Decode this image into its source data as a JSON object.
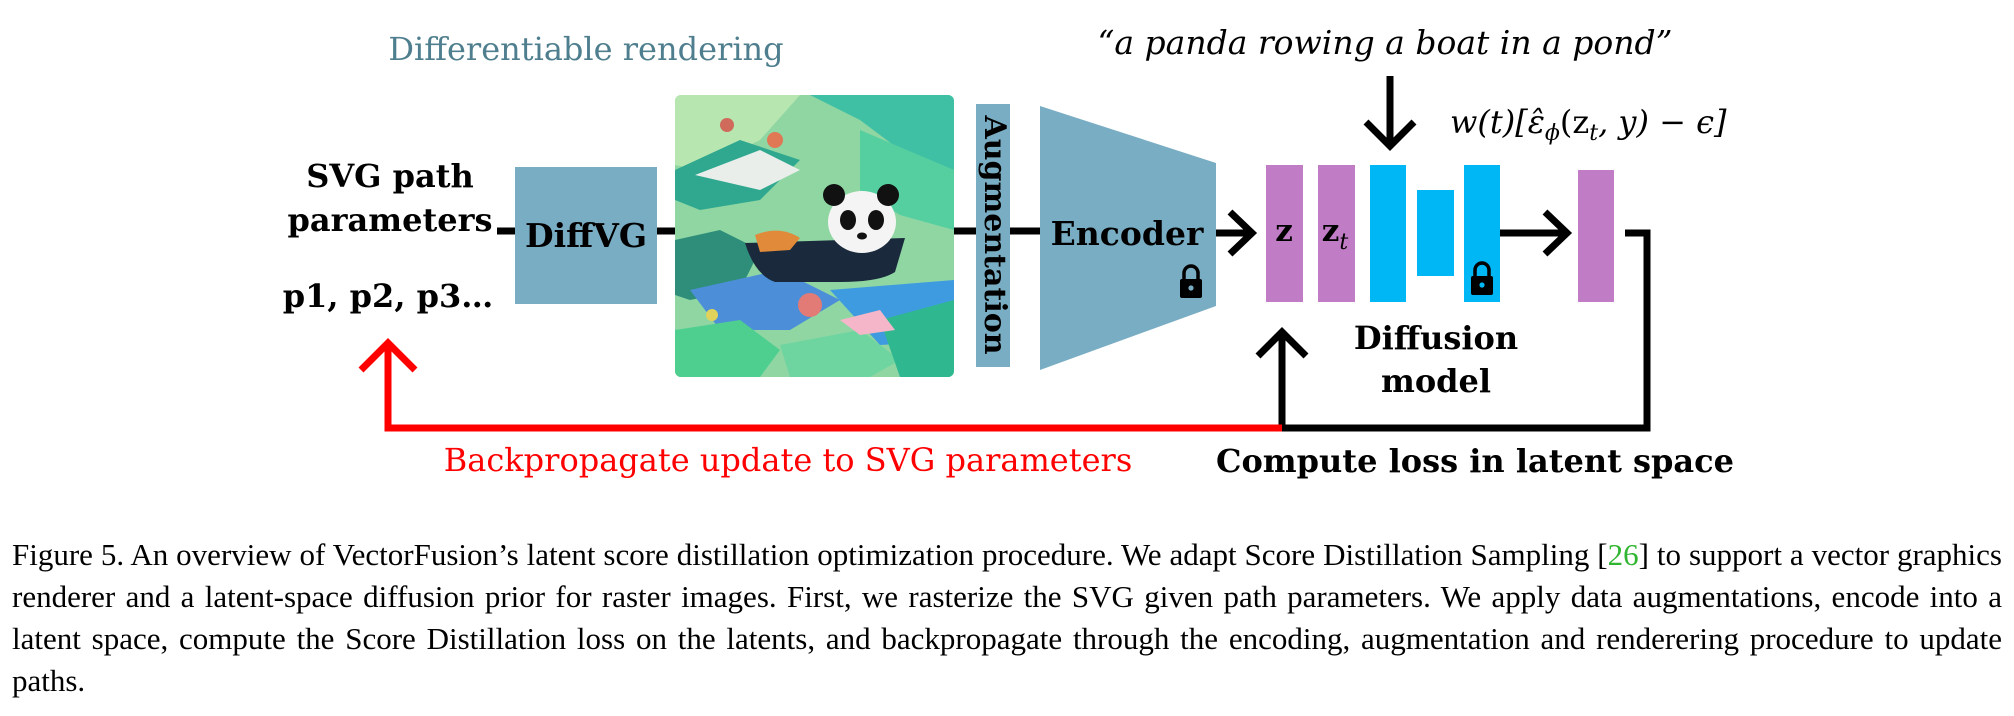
{
  "diagram": {
    "title_rendering": "Differentiable rendering",
    "prompt": "“a panda rowing a boat in a pond”",
    "svg_label_1": "SVG path",
    "svg_label_2": "parameters",
    "params_label": "p1, p2, p3…",
    "diffvg": "DiffVG",
    "augmentation": "Augmentation",
    "encoder": "Encoder",
    "z": "z",
    "zt": "z",
    "zt_sub": "t",
    "formula": "w(t)[ε̂",
    "formula_sub": "ϕ",
    "formula_rest": "(z",
    "formula_sub2": "t",
    "formula_end": ", y) − ϵ]",
    "diffusion_1": "Diffusion",
    "diffusion_2": "model",
    "backprop": "Backpropagate update to SVG parameters",
    "loss": "Compute loss in latent space"
  },
  "caption": {
    "prefix": "Figure 5. An overview of VectorFusion’s latent score distillation optimization procedure. We adapt Score Distillation Sampling [",
    "ref": "26",
    "suffix": "] to support a vector graphics renderer and a latent-space diffusion prior for raster images. First, we rasterize the SVG given path parameters. We apply data augmentations, encode into a latent space, compute the Score Distillation loss on the latents, and backpropagate through the encoding, augmentation and renderering procedure to update paths."
  },
  "colors": {
    "box_blue": "#79adc3",
    "latent_purple": "#c17cc6",
    "unet_cyan": "#00b7f5",
    "backprop_red": "#ff0000",
    "title_teal": "#4f7f8e"
  },
  "icons": [
    "lock-icon",
    "arrow-icon"
  ]
}
